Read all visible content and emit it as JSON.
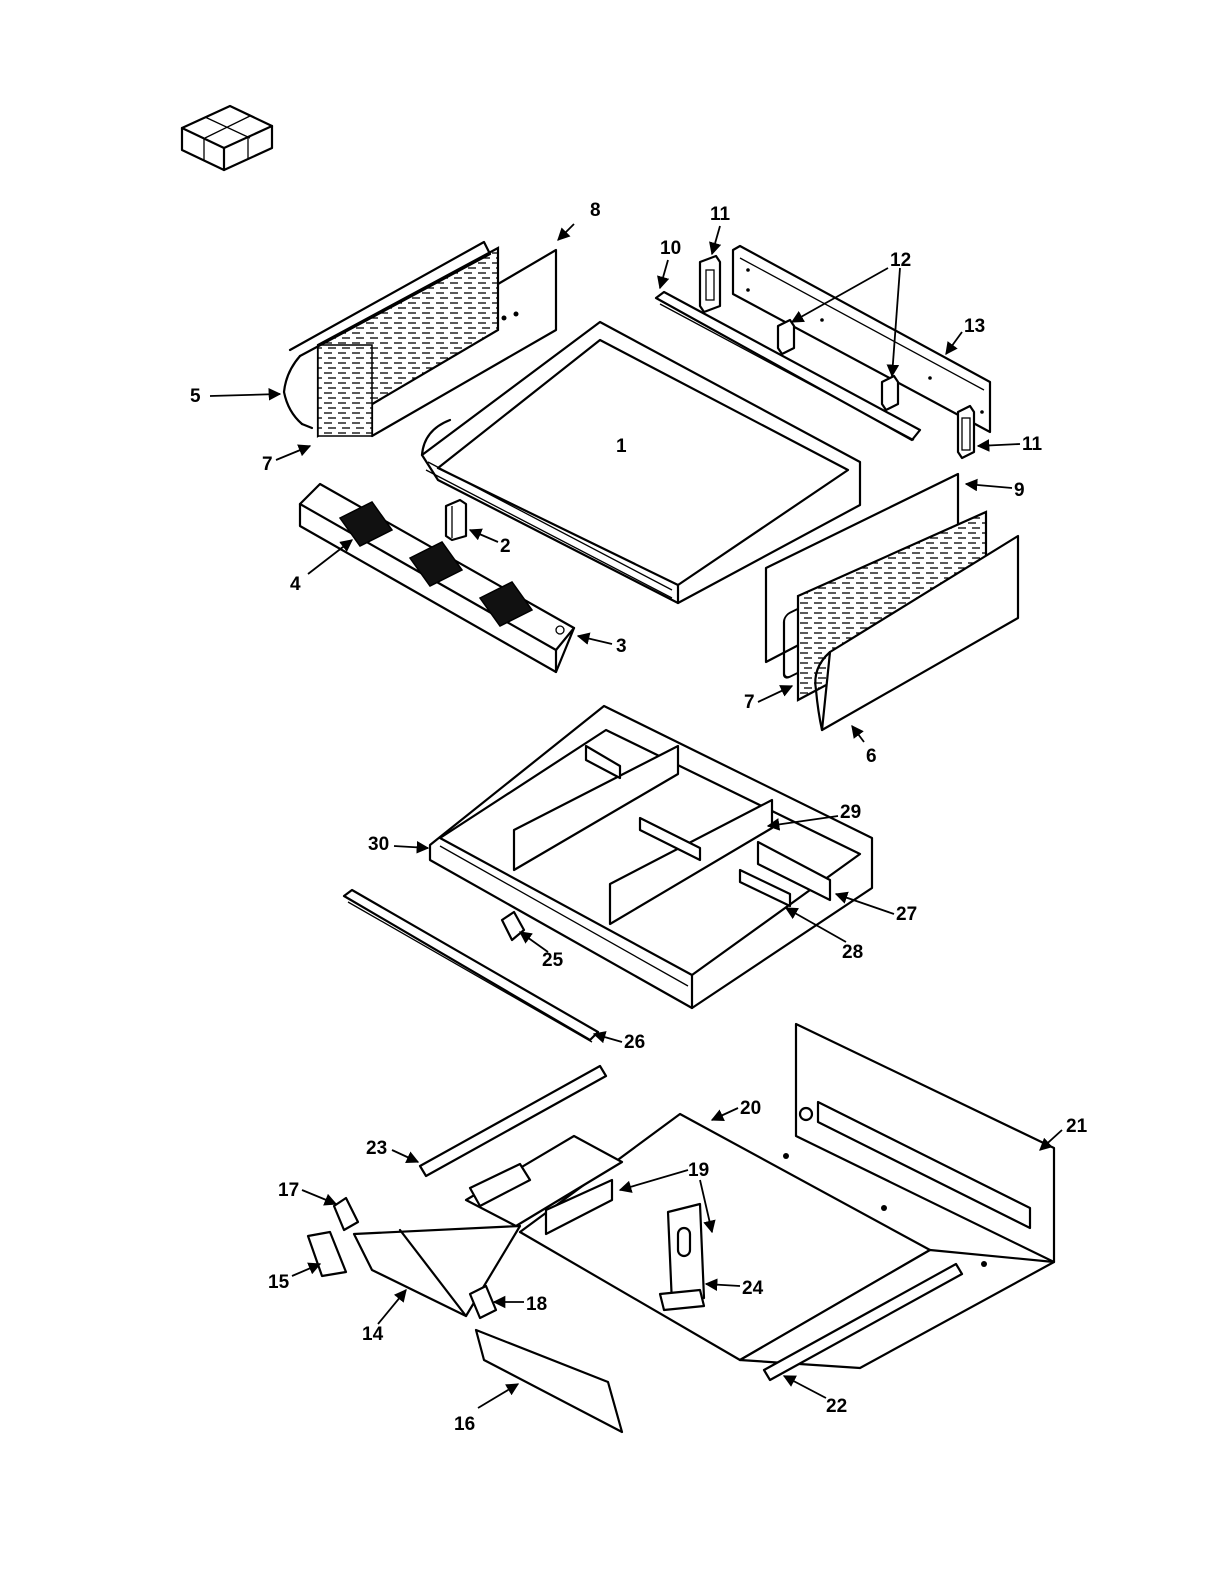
{
  "figure": {
    "icon": "package-boxes-icon",
    "callouts": [
      {
        "id": "1",
        "label": "1"
      },
      {
        "id": "2",
        "label": "2"
      },
      {
        "id": "3",
        "label": "3"
      },
      {
        "id": "4",
        "label": "4"
      },
      {
        "id": "5",
        "label": "5"
      },
      {
        "id": "6",
        "label": "6"
      },
      {
        "id": "7a",
        "label": "7"
      },
      {
        "id": "7b",
        "label": "7"
      },
      {
        "id": "8",
        "label": "8"
      },
      {
        "id": "9",
        "label": "9"
      },
      {
        "id": "10",
        "label": "10"
      },
      {
        "id": "11a",
        "label": "11"
      },
      {
        "id": "11b",
        "label": "11"
      },
      {
        "id": "12",
        "label": "12"
      },
      {
        "id": "13",
        "label": "13"
      },
      {
        "id": "14",
        "label": "14"
      },
      {
        "id": "15",
        "label": "15"
      },
      {
        "id": "16",
        "label": "16"
      },
      {
        "id": "17",
        "label": "17"
      },
      {
        "id": "18",
        "label": "18"
      },
      {
        "id": "19",
        "label": "19"
      },
      {
        "id": "20",
        "label": "20"
      },
      {
        "id": "21",
        "label": "21"
      },
      {
        "id": "22",
        "label": "22"
      },
      {
        "id": "23",
        "label": "23"
      },
      {
        "id": "24",
        "label": "24"
      },
      {
        "id": "25",
        "label": "25"
      },
      {
        "id": "26",
        "label": "26"
      },
      {
        "id": "27",
        "label": "27"
      },
      {
        "id": "28",
        "label": "28"
      },
      {
        "id": "29",
        "label": "29"
      },
      {
        "id": "30",
        "label": "30"
      }
    ]
  }
}
